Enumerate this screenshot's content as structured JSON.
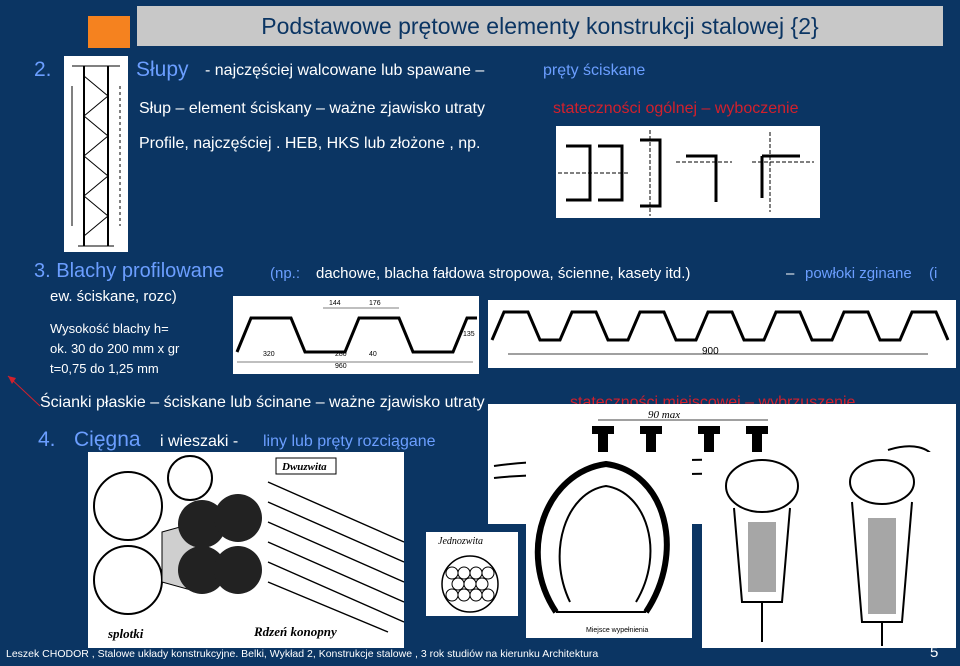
{
  "title": "Podstawowe prętowe elementy konstrukcji  stalowej {2}",
  "sec2": {
    "num": "2.",
    "heading": "Słupy",
    "desc": "- najczęściej walcowane lub spawane –",
    "desc_blue": "pręty ściskane",
    "line2_a": "Słup – element ściskany – ważne zjawisko utraty",
    "line2_red": "stateczności ogólnej – wyboczenie",
    "line3": "Profile, najczęściej . HEB, HKS  lub złożone , np."
  },
  "sec3": {
    "heading": "3. Blachy profilowane",
    "paren_a": "(np.:",
    "examples": "dachowe, blacha fałdowa stropowa, ścienne, kasety itd.)",
    "dash": "–",
    "blue_tail": "powłoki zginane",
    "tail_a": "(i",
    "line2": "ew. ściskane, rozc)",
    "height_1": "Wysokość blachy h=",
    "height_2": "ok. 30 do 200 mm x gr",
    "height_3": "t=0,75 do 1,25 mm",
    "dims": [
      "144",
      "176",
      "135",
      "320",
      "280",
      "40",
      "960",
      "900"
    ]
  },
  "walls": {
    "text_a": "Ścianki płaskie – ściskane lub ścinane – ważne zjawisko utraty",
    "text_red": "stateczności miejscowej – wybrzuszenie"
  },
  "sec4": {
    "num": "4.",
    "heading": "Cięgna",
    "rest": "i wieszaki  -",
    "blue": "liny lub pręty rozciągane",
    "label_multi": "Dwuzwita",
    "label_single": "Jednozwita",
    "label_strands": "splotki",
    "label_core": "Rdzeń konopny",
    "label_dim": "90 max",
    "label_note": "Miejsce wypełnienia"
  },
  "footer": "Leszek CHODOR , Stalowe układy konstrukcyjne. Belki, Wykład 2, Konstrukcje stalowe , 3 rok studiów na kierunku Architektura",
  "page_number": "5",
  "colors": {
    "background": "#0b3563",
    "accent": "#f5821f",
    "blue": "#6b9eff",
    "red": "#d2202c",
    "title_bar": "#c8c8c8"
  }
}
